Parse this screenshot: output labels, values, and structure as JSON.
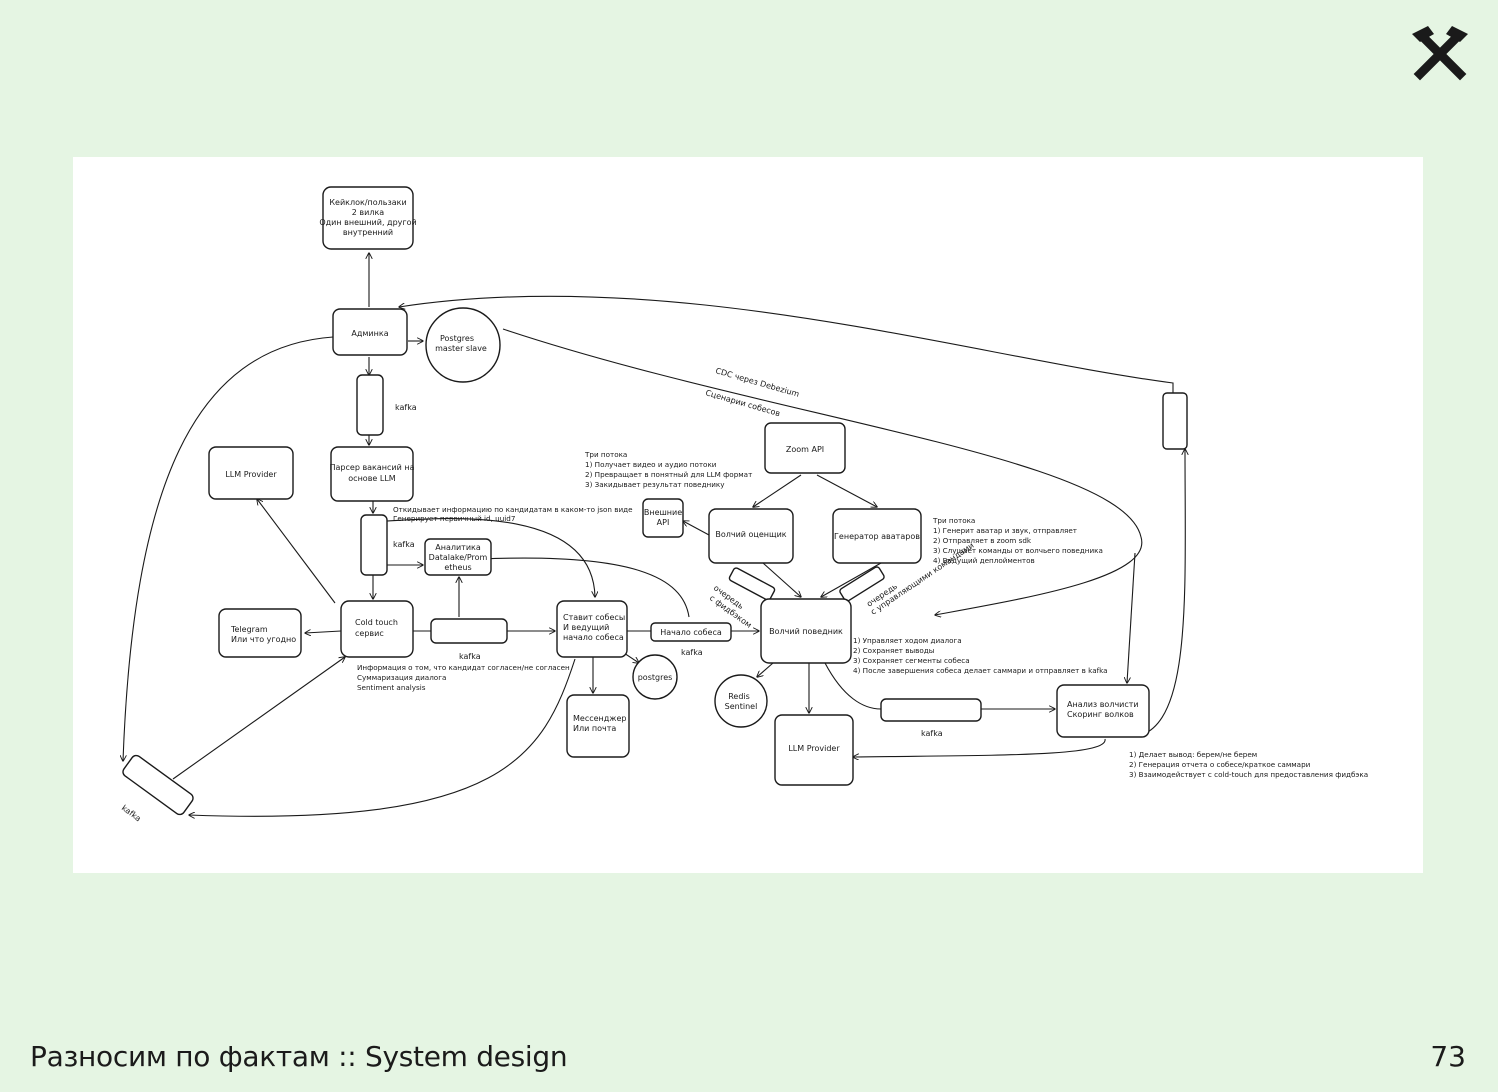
{
  "footer": {
    "title": "Разносим по фактам :: System design",
    "page_number": "73"
  },
  "logo": {
    "icon": "crossed-hammers-icon",
    "color": "#1a1a1a"
  },
  "colors": {
    "background": "#e5f5e3",
    "panel": "#ffffff",
    "ink": "#1a1a1a"
  },
  "diagram": {
    "nodes": {
      "keycloak": [
        "Кейклок/пользаки",
        "2 вилка",
        "Один внешний, другой",
        "внутренний"
      ],
      "admin": [
        "Админка"
      ],
      "postgres_master": [
        "Postgres",
        "master slave"
      ],
      "kafka_top": "kafka",
      "parser": [
        "Парсер вакансий на",
        "основе LLM"
      ],
      "llm_left": "LLM Provider",
      "kafka_mid": "kafka",
      "analytics": [
        "Аналитика",
        "Datalake/Prom",
        "etheus"
      ],
      "telegram": [
        "Telegram",
        "Или что угодно"
      ],
      "cold_touch": [
        "Cold touch",
        "сервис"
      ],
      "kafka_ct": "kafka",
      "scheduler": [
        "Ставит собесы",
        "И ведущий",
        "начало собеса"
      ],
      "postgres_small": "postgres",
      "messenger": [
        "Мессенджер",
        "Или почта"
      ],
      "start_interview": "Начало собеса",
      "kafka_start": "kafka",
      "external_api": [
        "Внешние",
        "API"
      ],
      "zoom_api": "Zoom API",
      "grader": "Волчий оценщик",
      "avatar_gen": "Генератор аватаров",
      "interviewer": "Волчий поведник",
      "redis": [
        "Redis",
        "Sentinel"
      ],
      "llm_bottom": "LLM Provider",
      "kafka_bottom": "kafka",
      "analysis": [
        "Анализ волчисти",
        "Скоринг волков"
      ],
      "kafka_left": "kafka"
    },
    "edge_labels": {
      "cdc": "CDC через Debezium",
      "scenarios": "Сценарии собесов",
      "feedback_queue": [
        "очередь",
        "с фидбэком"
      ],
      "control_queue": [
        "очередь",
        "с управляющими командами"
      ]
    },
    "notes": {
      "parser_out": [
        "Откидывает информацию по кандидатам в каком-то json виде",
        "Генерирует первичный id, uuid7"
      ],
      "three_threads_left": [
        "Три потока",
        "1) Получает видео и аудио потоки",
        "2) Превращает в понятный для LLM формат",
        "3) Закидывает результат поведнику"
      ],
      "three_threads_right": [
        "Три потока",
        "1) Генерит аватар и звук, отправляет",
        "2) Отправляет в zoom sdk",
        "3) Слушает команды от волчьего поведника",
        "4) Ведущий деплойментов"
      ],
      "cold_touch_notes": [
        "Информация о том, что кандидат согласен/не согласен",
        "Суммаризация диалога",
        "Sentiment analysis"
      ],
      "interviewer_notes": [
        "1) Управляет ходом диалога",
        "2) Сохраняет выводы",
        "3) Сохраняет сегменты собеса",
        "4) После завершения собеса делает саммари и отправляет в kafka"
      ],
      "analysis_notes": [
        "1) Делает вывод: берем/не берем",
        "2) Генерация отчета о собесе/краткое саммари",
        "3) Взаимодействует с cold-touch для предоставления фидбэка"
      ]
    }
  }
}
